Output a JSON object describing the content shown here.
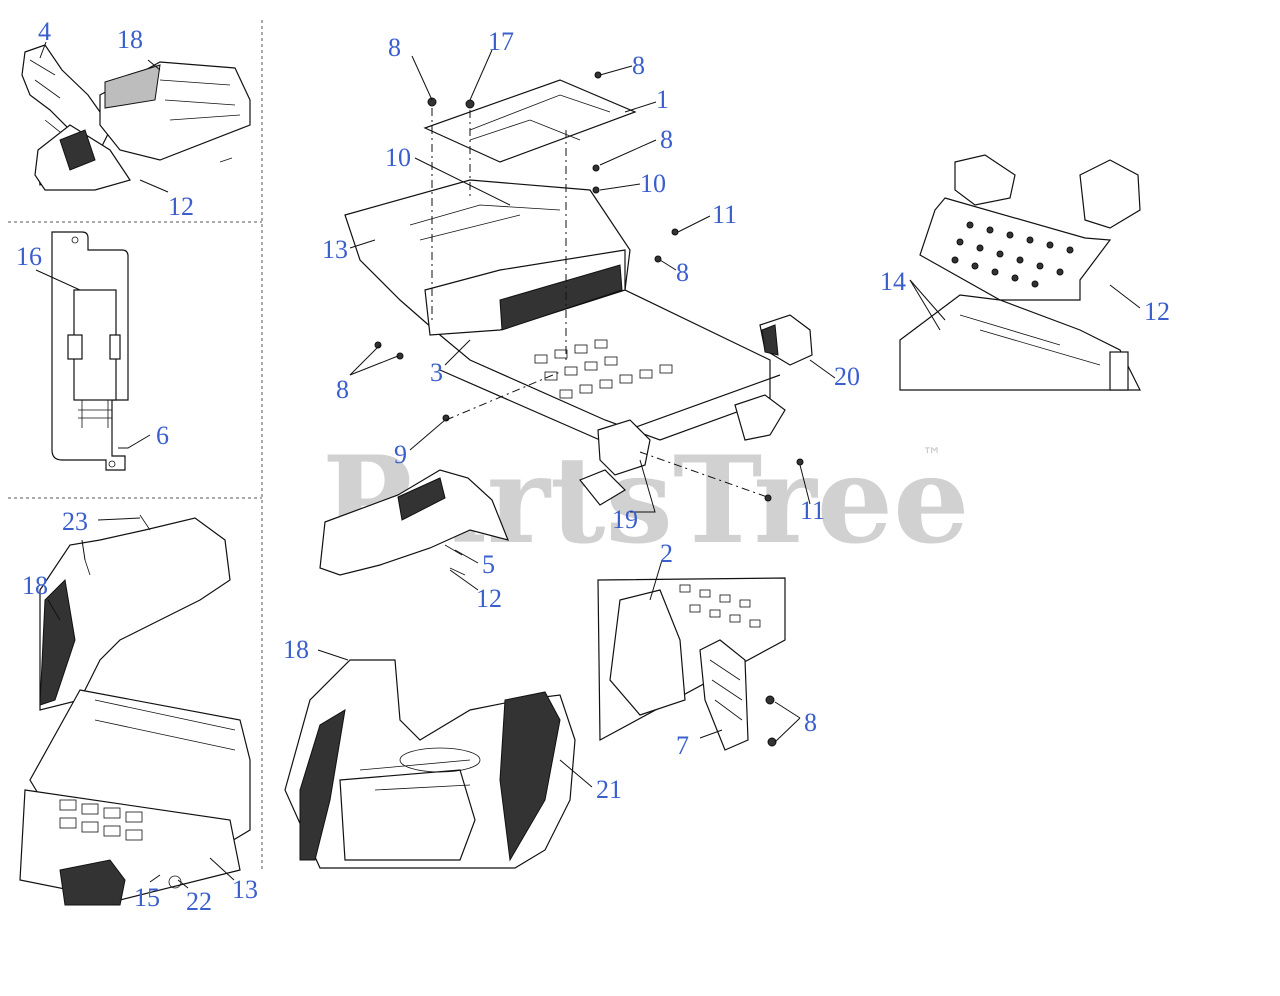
{
  "watermark": {
    "text": "PartsTree",
    "trademark": "™"
  },
  "callouts": [
    {
      "id": "c4",
      "label": "4"
    },
    {
      "id": "c18a",
      "label": "18"
    },
    {
      "id": "c12a",
      "label": "12"
    },
    {
      "id": "c16",
      "label": "16"
    },
    {
      "id": "c6",
      "label": "6"
    },
    {
      "id": "c23",
      "label": "23"
    },
    {
      "id": "c18b",
      "label": "18"
    },
    {
      "id": "c15",
      "label": "15"
    },
    {
      "id": "c22",
      "label": "22"
    },
    {
      "id": "c13b",
      "label": "13"
    },
    {
      "id": "c8a",
      "label": "8"
    },
    {
      "id": "c17",
      "label": "17"
    },
    {
      "id": "c8b",
      "label": "8"
    },
    {
      "id": "c1",
      "label": "1"
    },
    {
      "id": "c8c",
      "label": "8"
    },
    {
      "id": "c10a",
      "label": "10"
    },
    {
      "id": "c10b",
      "label": "10"
    },
    {
      "id": "c11a",
      "label": "11"
    },
    {
      "id": "c13a",
      "label": "13"
    },
    {
      "id": "c8d",
      "label": "8"
    },
    {
      "id": "c8e",
      "label": "8"
    },
    {
      "id": "c3",
      "label": "3"
    },
    {
      "id": "c20",
      "label": "20"
    },
    {
      "id": "c9",
      "label": "9"
    },
    {
      "id": "c19",
      "label": "19"
    },
    {
      "id": "c11b",
      "label": "11"
    },
    {
      "id": "c5",
      "label": "5"
    },
    {
      "id": "c12b",
      "label": "12"
    },
    {
      "id": "c2",
      "label": "2"
    },
    {
      "id": "c8f",
      "label": "8"
    },
    {
      "id": "c7",
      "label": "7"
    },
    {
      "id": "c18c",
      "label": "18"
    },
    {
      "id": "c21",
      "label": "21"
    },
    {
      "id": "c14",
      "label": "14"
    },
    {
      "id": "c12c",
      "label": "12"
    }
  ],
  "colors": {
    "callout": "#3a5fcd",
    "line": "#111111",
    "watermark": "#c9c9c9"
  }
}
